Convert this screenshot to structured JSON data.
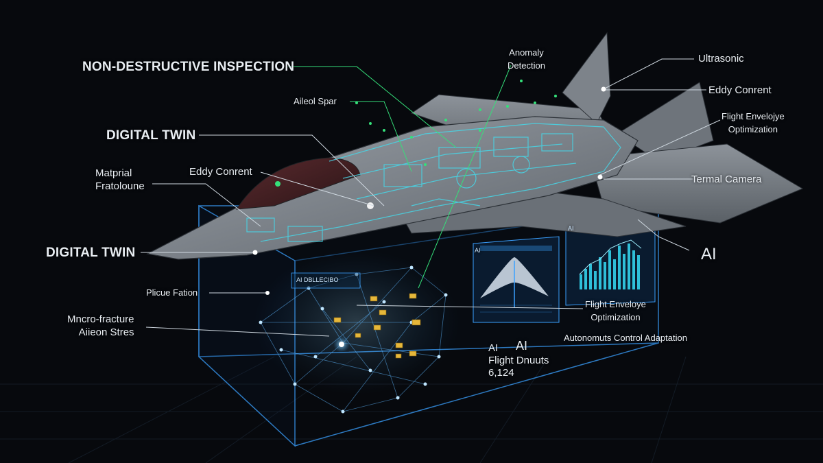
{
  "labels": {
    "non_destructive_inspection": "NON-DESTRUCTIVE INSPECTION",
    "aileron_spar": "Aileol Spar",
    "digital_twin_1": "DIGITAL TWIN",
    "material_fatigue": "Matprial\nFratoloune",
    "eddy_current_left": "Eddy Conrent",
    "digital_twin_2": "DIGITAL TWIN",
    "plique_fation": "Plicue Fation",
    "micro_fracture": "Mncro-fracture\nAiieon Stres",
    "anomaly_detection": "Anomaly\nDetection",
    "ultrasonic": "Ultrasonic",
    "eddy_current_right": "Eddy Conrent",
    "flight_envelope_top": "Flight Envelojye\nOptimization",
    "termal_camera": "Termal Camera",
    "ai_right": "AI",
    "flight_envelope_bottom": "Flight Enveloye\nOptimization",
    "autonomous_control": "Autonomuts Control Adaptation",
    "ai_small": "AI",
    "ai_center": "AI",
    "flight_hours": "Flight Dnuuts",
    "flight_hours_value": "6,124"
  },
  "panels": {
    "network_panel_title": "AI  DBLLECIBO",
    "wing_panel_title": "AI",
    "chart_panel_title": "AI"
  },
  "colors": {
    "background": "#07090d",
    "accent_blue": "#3aa0ff",
    "accent_green": "#35e07a",
    "callout_white": "#e9eef3",
    "node_yellow": "#e6b73a",
    "jet_gray": "#8a8f96"
  }
}
